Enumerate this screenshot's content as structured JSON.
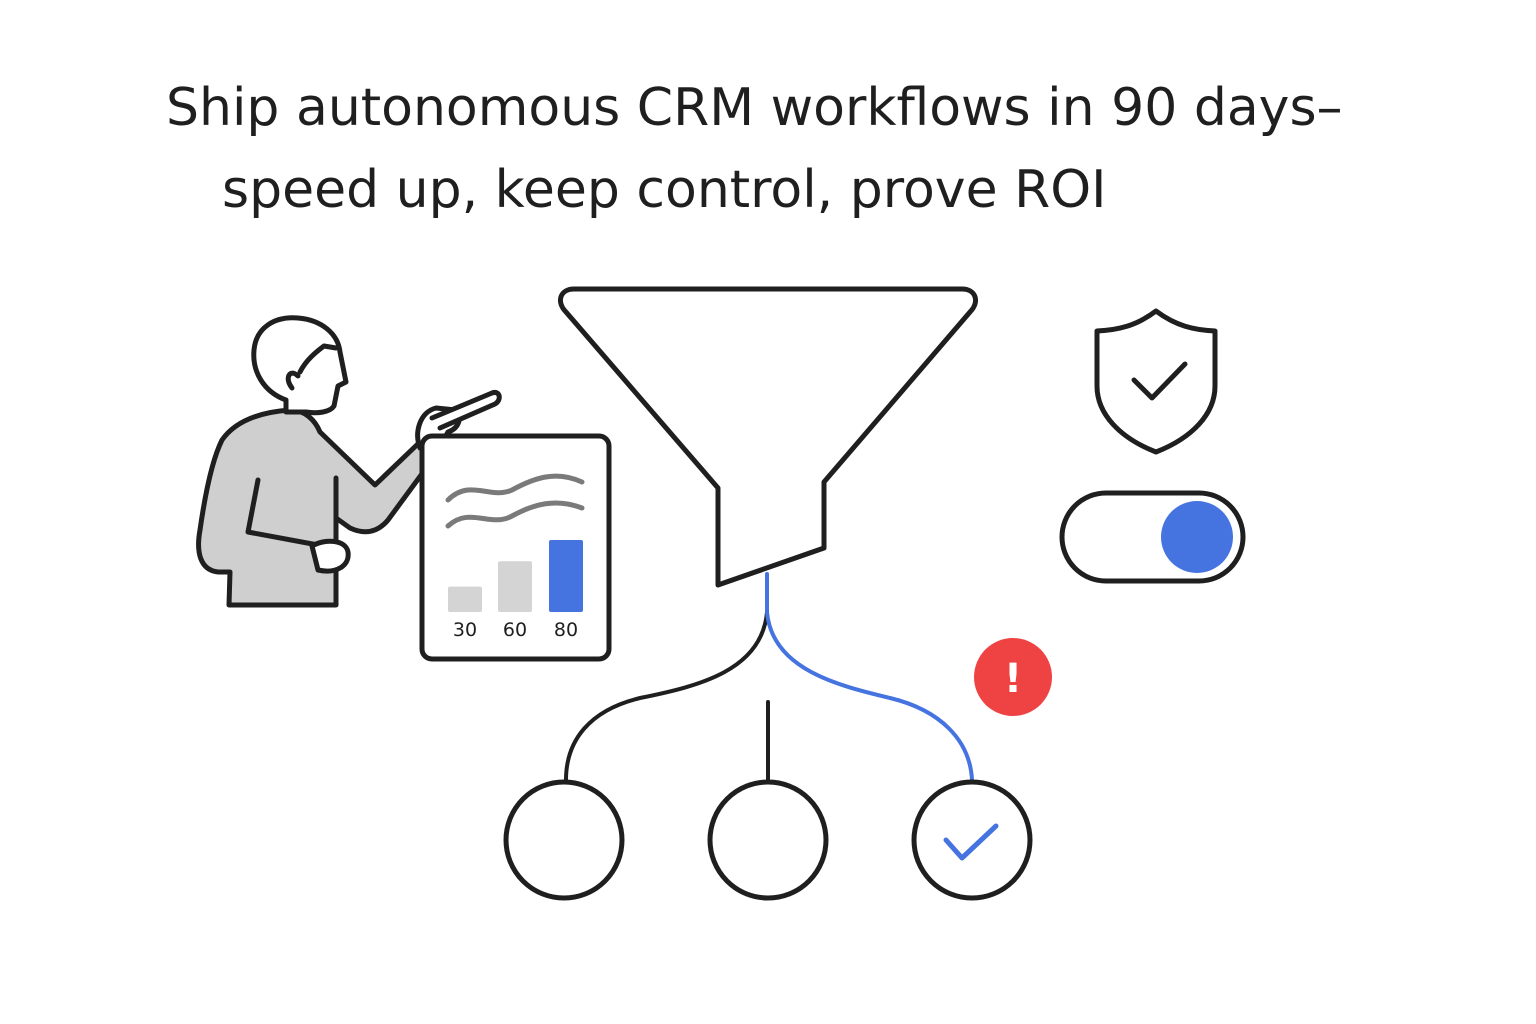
{
  "headline": {
    "line1": "Ship autonomous CRM workflows in 90 days–",
    "line2": "speed up, keep control, prove ROI"
  },
  "dashboard": {
    "bars": [
      {
        "label": "30",
        "value": 30
      },
      {
        "label": "60",
        "value": 60
      },
      {
        "label": "80",
        "value": 80
      }
    ]
  },
  "toggle": {
    "state": "on"
  },
  "alert": {
    "glyph": "!"
  },
  "outcomes": {
    "count": 3,
    "selected_index": 2
  },
  "colors": {
    "stroke": "#1f1f1f",
    "accent_blue": "#4574e1",
    "bar_gray": "#d4d4d4",
    "person_fill": "#cfcfcf",
    "alert_red": "#ef4343"
  },
  "icons": {
    "person": "presenter-icon",
    "dashboard": "chart-dashboard-icon",
    "funnel": "funnel-icon",
    "shield": "shield-check-icon",
    "toggle": "toggle-on-icon",
    "alert": "alert-icon",
    "check": "checkmark-icon"
  }
}
